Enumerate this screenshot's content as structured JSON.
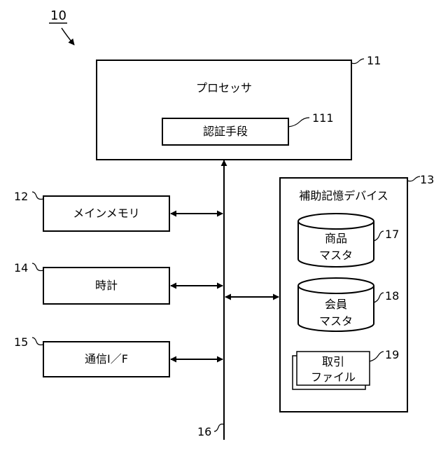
{
  "figure": {
    "ref": "10"
  },
  "processor": {
    "label": "プロセッサ",
    "ref": "11",
    "auth": {
      "label": "認証手段",
      "ref": "111"
    }
  },
  "main_memory": {
    "label": "メインメモリ",
    "ref": "12"
  },
  "clock": {
    "label": "時計",
    "ref": "14"
  },
  "comm_if": {
    "label": "通信I／F",
    "ref": "15"
  },
  "bus": {
    "ref": "16"
  },
  "aux_storage": {
    "label": "補助記憶デバイス",
    "ref": "13",
    "product_master": {
      "line1": "商品",
      "line2": "マスタ",
      "ref": "17"
    },
    "member_master": {
      "line1": "会員",
      "line2": "マスタ",
      "ref": "18"
    },
    "transaction_file": {
      "line1": "取引",
      "line2": "ファイル",
      "ref": "19"
    }
  },
  "colors": {
    "stroke": "#000000",
    "background": "#ffffff"
  }
}
